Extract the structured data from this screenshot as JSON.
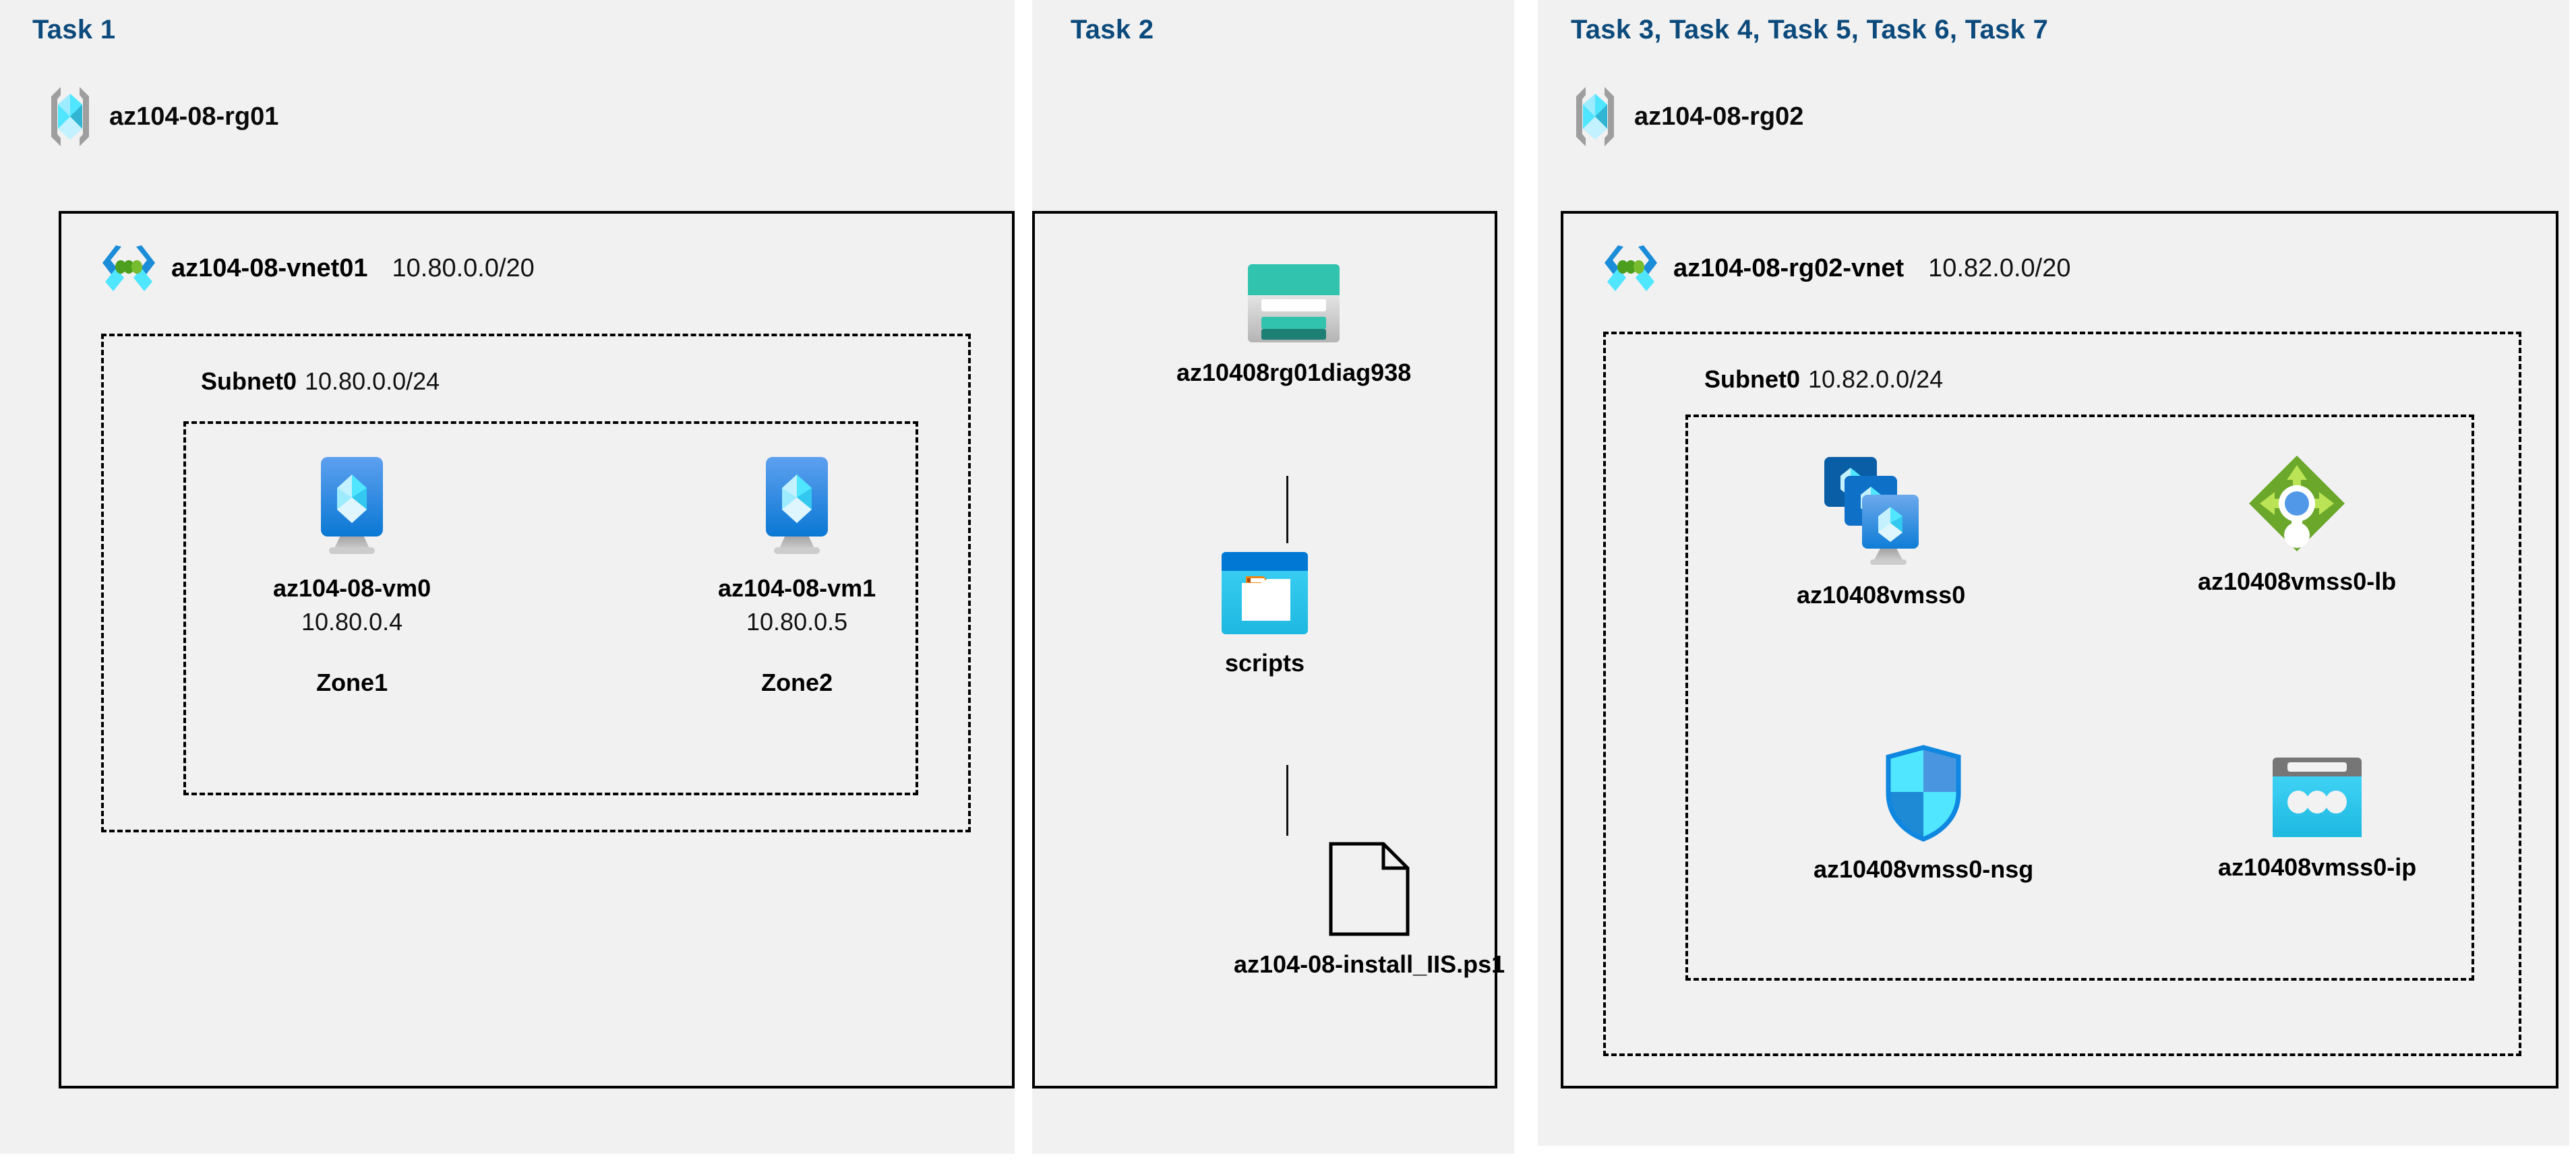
{
  "columns": [
    {
      "task_header": "Task 1"
    },
    {
      "task_header": "Task 2"
    },
    {
      "task_header": "Task 3, Task 4, Task 5, Task 6, Task 7"
    }
  ],
  "resource_groups": [
    {
      "name": "az104-08-rg01",
      "icon": "resource-group-icon"
    },
    {
      "name": "az104-08-rg02",
      "icon": "resource-group-icon"
    }
  ],
  "vnets": [
    {
      "name": "az104-08-vnet01",
      "cidr": "10.80.0.0/20",
      "icon": "virtual-network-icon"
    },
    {
      "name": "az104-08-rg02-vnet",
      "cidr": "10.82.0.0/20",
      "icon": "virtual-network-icon"
    }
  ],
  "subnets": [
    {
      "name": "Subnet0",
      "cidr": "10.80.0.0/24"
    },
    {
      "name": "Subnet0",
      "cidr": "10.82.0.0/24"
    }
  ],
  "virtual_machines": [
    {
      "name": "az104-08-vm0",
      "ip": "10.80.0.4",
      "zone": "Zone1",
      "icon": "virtual-machine-icon"
    },
    {
      "name": "az104-08-vm1",
      "ip": "10.80.0.5",
      "zone": "Zone2",
      "icon": "virtual-machine-icon"
    }
  ],
  "storage": {
    "account": {
      "name": "az10408rg01diag938",
      "icon": "storage-account-icon"
    },
    "container": {
      "name": "scripts",
      "icon": "blob-container-icon"
    },
    "file": {
      "name": "az104-08-install_IIS.ps1",
      "icon": "script-file-icon"
    }
  },
  "scale_set_resources": [
    {
      "name": "az10408vmss0",
      "icon": "vm-scale-set-icon"
    },
    {
      "name": "az10408vmss0-lb",
      "icon": "load-balancer-icon"
    },
    {
      "name": "az10408vmss0-nsg",
      "icon": "network-security-group-icon"
    },
    {
      "name": "az10408vmss0-ip",
      "icon": "public-ip-address-icon"
    }
  ],
  "colors": {
    "task_header": "#0c4a7c",
    "panel_background": "#f1f1f1",
    "page_background": "#ffffff",
    "border": "#000000",
    "azure_blue": "#0078d4",
    "azure_cyan": "#32c8f0",
    "storage_teal": "#32c3ae",
    "load_balancer_green": "#76bc2d",
    "public_ip_gray": "#767676"
  }
}
